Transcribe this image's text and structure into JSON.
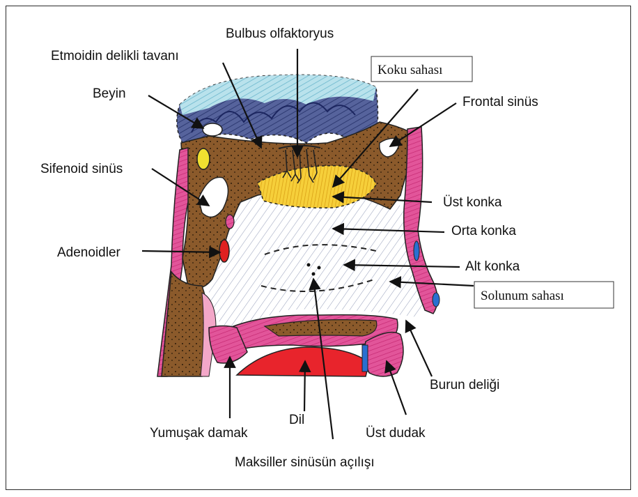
{
  "labels": {
    "bulbus": "Bulbus olfaktoryus",
    "etmoid": "Etmoidin delikli tavanı",
    "koku": "Koku sahası",
    "beyin": "Beyin",
    "frontal": "Frontal sinüs",
    "sifenoid": "Sifenoid sinüs",
    "ust_konka": "Üst konka",
    "orta_konka": "Orta konka",
    "adenoid": "Adenoidler",
    "alt_konka": "Alt konka",
    "solunum": "Solunum sahası",
    "burun_deligi": "Burun deliği",
    "dil": "Dil",
    "yumusak_damak": "Yumuşak damak",
    "ust_dudak": "Üst dudak",
    "maksiller": "Maksiller sinüsün açılışı"
  },
  "colors": {
    "brain": "#3b4a86",
    "brain_top": "#7fc3d6",
    "bone": "#8b5a2b",
    "mucosa": "#e0408a",
    "olfactory": "#f2c230",
    "tongue": "#e8242c",
    "airway": "#dfe3ee",
    "adenoid": "#e02020",
    "blue_accent": "#2a6fd0",
    "sphenoid_yellow": "#f0e030"
  }
}
